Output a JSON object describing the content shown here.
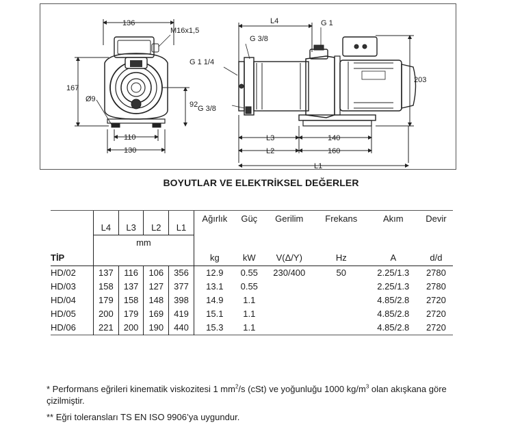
{
  "drawing": {
    "front_view": {
      "dim_top": "136",
      "thread": "M16x1,5",
      "dim_height": "167",
      "dim_hole": "Ø9",
      "dim_axis": "92",
      "dim_base_inner": "110",
      "dim_base_outer": "130"
    },
    "side_view": {
      "dim_l4": "L4",
      "port_g1_top": "G 1",
      "port_g38_top": "G 3/8",
      "port_g114": "G 1  1/4",
      "port_g38_bottom": "G 3/8",
      "dim_height": "203",
      "dim_l3": "L3",
      "dim_140": "140",
      "dim_l2": "L2",
      "dim_160": "160",
      "dim_l1": "L1"
    }
  },
  "title": "BOYUTLAR VE ELEKTRİKSEL DEĞERLER",
  "table": {
    "dim_headers": [
      "L4",
      "L3",
      "L2",
      "L1"
    ],
    "weight_header": "Ağırlık",
    "power_header": "Güç",
    "voltage_header": "Gerilim",
    "freq_header": "Frekans",
    "current_header": "Akım",
    "speed_header": "Devir",
    "tip_label": "TİP",
    "mm_unit": "mm",
    "units": [
      "kg",
      "kW",
      "V(Δ/Y)",
      "Hz",
      "A",
      "d/d"
    ],
    "rows": [
      [
        "HD/02",
        "137",
        "116",
        "106",
        "356",
        "12.9",
        "0.55",
        "230/400",
        "50",
        "2.25/1.3",
        "2780"
      ],
      [
        "HD/03",
        "158",
        "137",
        "127",
        "377",
        "13.1",
        "0.55",
        "",
        "",
        "2.25/1.3",
        "2780"
      ],
      [
        "HD/04",
        "179",
        "158",
        "148",
        "398",
        "14.9",
        "1.1",
        "",
        "",
        "4.85/2.8",
        "2720"
      ],
      [
        "HD/05",
        "200",
        "179",
        "169",
        "419",
        "15.1",
        "1.1",
        "",
        "",
        "4.85/2.8",
        "2720"
      ],
      [
        "HD/06",
        "221",
        "200",
        "190",
        "440",
        "15.3",
        "1.1",
        "",
        "",
        "4.85/2.8",
        "2720"
      ]
    ]
  },
  "notes": {
    "n1_pre": " * Performans eğrileri kinematik viskozitesi 1 mm",
    "n1_sup1": "2",
    "n1_mid": "/s (cSt) ve yoğunluğu 1000 kg/m",
    "n1_sup2": "3",
    "n1_post": " olan akışkana göre çizilmiştir.",
    "n2": "** Eğri toleransları TS EN ISO 9906’ya uygundur."
  }
}
